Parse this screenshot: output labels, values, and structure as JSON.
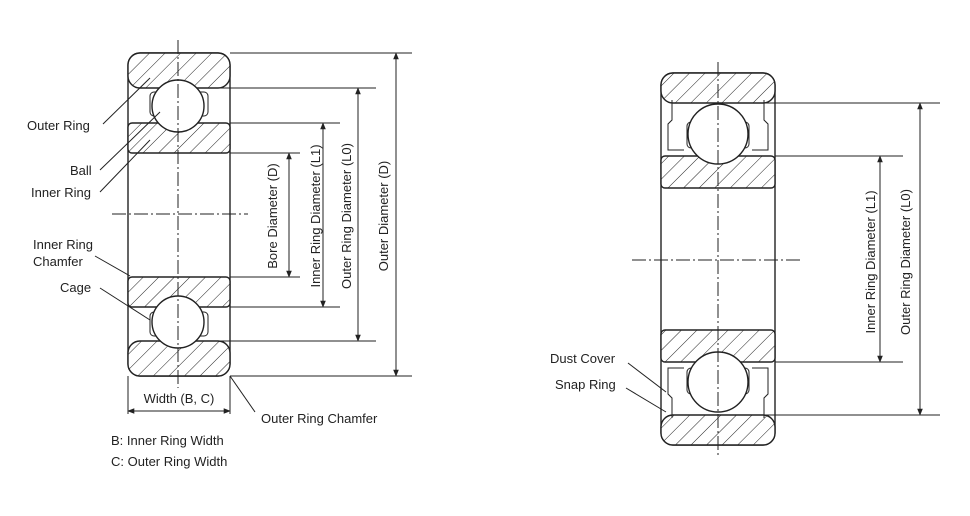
{
  "left_diagram": {
    "labels": {
      "outer_ring": "Outer Ring",
      "ball": "Ball",
      "inner_ring": "Inner Ring",
      "inner_ring_chamfer_line1": "Inner Ring",
      "inner_ring_chamfer_line2": "Chamfer",
      "cage": "Cage",
      "width": "Width (B, C)",
      "outer_ring_chamfer": "Outer Ring Chamfer"
    },
    "legend": {
      "b": "B: Inner Ring Width",
      "c": "C: Outer Ring Width"
    },
    "dimensions": {
      "bore": "Bore Diameter (D)",
      "inner_ring_diameter": "Inner Ring Diameter (L1)",
      "outer_ring_diameter": "Outer Ring Diameter (L0)",
      "outer_diameter": "Outer Diameter (D)"
    }
  },
  "right_diagram": {
    "labels": {
      "dust_cover": "Dust Cover",
      "snap_ring": "Snap Ring"
    },
    "dimensions": {
      "inner_ring_diameter": "Inner Ring Diameter (L1)",
      "outer_ring_diameter": "Outer Ring Diameter (L0)"
    }
  }
}
